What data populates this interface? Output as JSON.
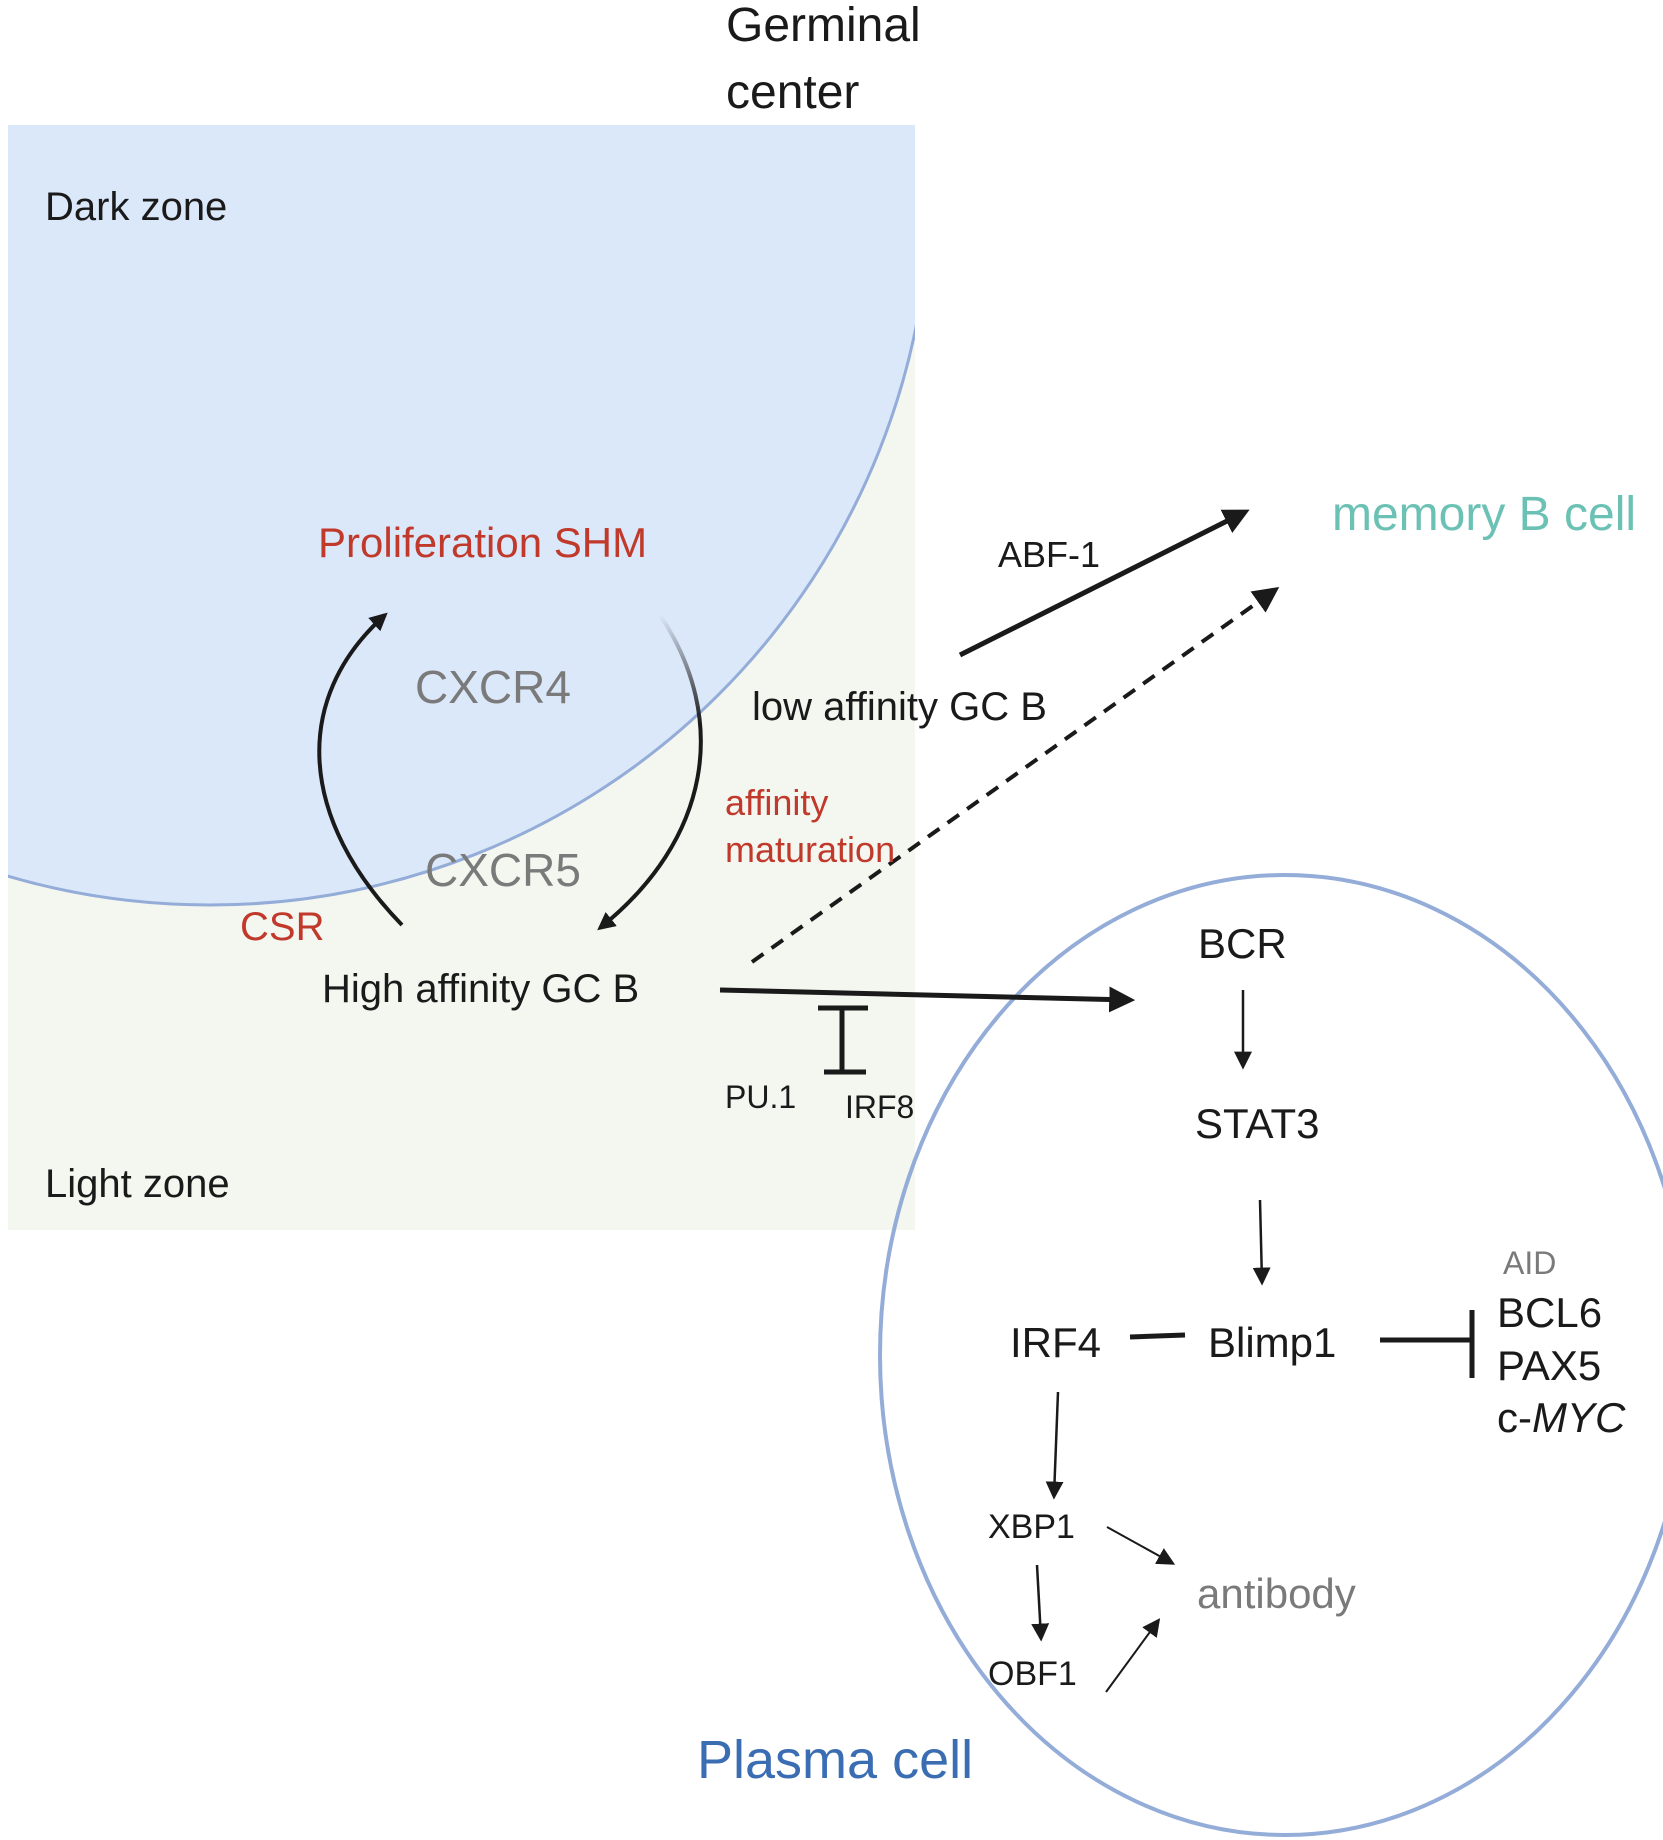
{
  "colors": {
    "dark_zone_fill": "#dbe8fa",
    "light_zone_fill": "#f4f6f0",
    "circle_stroke": "#94acd8",
    "red_text": "#c0392b",
    "grey_text": "#7a7a7a",
    "teal_text": "#6cc1b5",
    "blue_text": "#3b6db3",
    "arrow": "#1a1a1a"
  },
  "germinal_center": {
    "title_line1": "Germinal",
    "title_line2": "center",
    "dark_zone": "Dark zone",
    "light_zone": "Light zone",
    "proliferation": "Proliferation SHM",
    "cxcr4": "CXCR4",
    "cxcr5": "CXCR5",
    "csr": "CSR",
    "affinity_line1": "affinity",
    "affinity_line2": "maturation",
    "high_affinity": "High affinity GC B",
    "low_affinity": "low affinity GC B",
    "pu1": "PU.1",
    "irf8": "IRF8"
  },
  "memory": {
    "abf1": "ABF-1",
    "memory_b_cell": "memory B cell"
  },
  "plasma_cell": {
    "title": "Plasma cell",
    "bcr": "BCR",
    "stat3": "STAT3",
    "irf4": "IRF4",
    "blimp1": "Blimp1",
    "aid": "AID",
    "bcl6": "BCL6",
    "pax5": "PAX5",
    "cmyc_prefix": "c-",
    "cmyc_gene": "MYC",
    "xbp1": "XBP1",
    "obf1": "OBF1",
    "antibody": "antibody"
  }
}
